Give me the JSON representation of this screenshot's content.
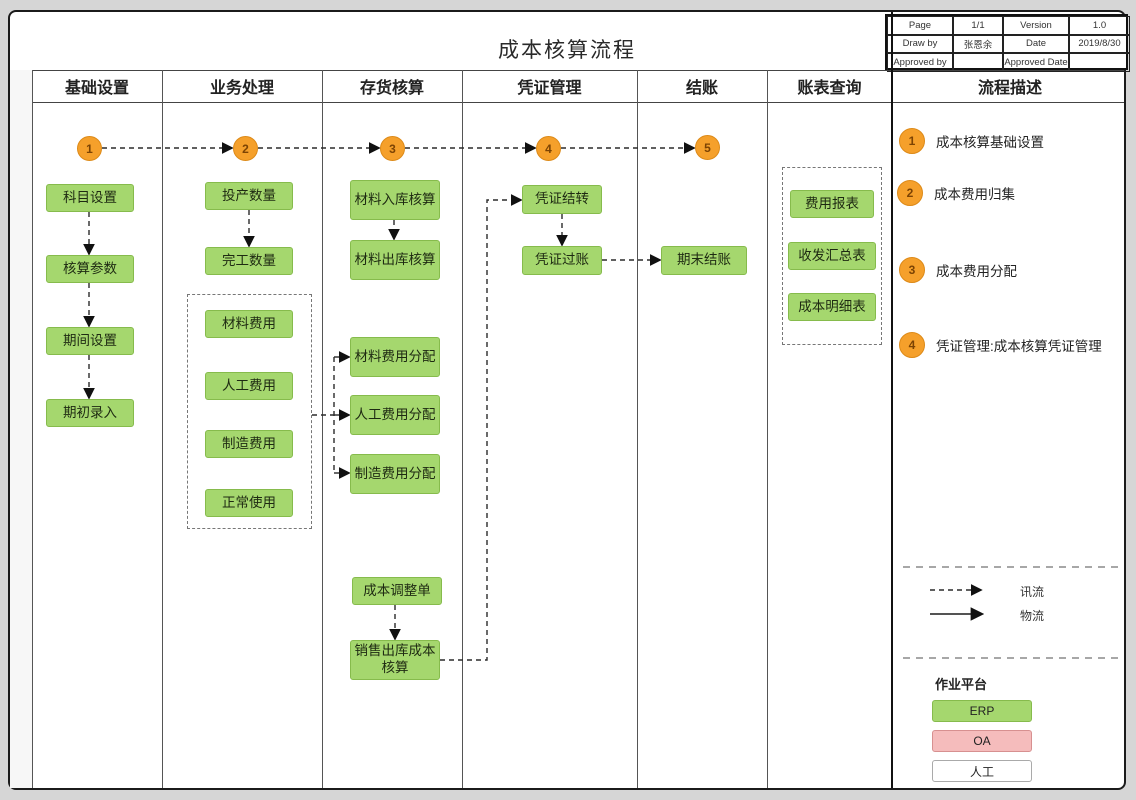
{
  "title": "成本核算流程",
  "info_table": {
    "rows": [
      {
        "c0": "Page",
        "c1": "1/1",
        "c2": "Version",
        "c3": "1.0"
      },
      {
        "c0": "Draw by",
        "c1": "张恩余",
        "c2": "Date",
        "c3": "2019/8/30"
      },
      {
        "c0": "Approved by",
        "c1": "",
        "c2": "Approved Date",
        "c3": ""
      }
    ]
  },
  "lanes": {
    "basic": "基础设置",
    "business": "业务处理",
    "inventory": "存货核算",
    "voucher": "凭证管理",
    "closing": "结账",
    "reports": "账表查询",
    "description": "流程描述"
  },
  "steps": {
    "s1": "1",
    "s2": "2",
    "s3": "3",
    "s4": "4",
    "s5": "5"
  },
  "nodes": {
    "subject_setup": "科目设置",
    "accounting_params": "核算参数",
    "period_setup": "期间设置",
    "initial_entry": "期初录入",
    "production_qty": "投产数量",
    "completed_qty": "完工数量",
    "material_cost": "材料费用",
    "labor_cost": "人工费用",
    "manufacturing_cost": "制造费用",
    "normal_use": "正常使用",
    "material_inbound": "材料入库核算",
    "material_outbound": "材料出库核算",
    "material_alloc": "材料费用分配",
    "labor_alloc": "人工费用分配",
    "manufacturing_alloc": "制造费用分配",
    "cost_adjustment": "成本调整单",
    "sales_outbound": "销售出库成本核算",
    "voucher_carryover": "凭证结转",
    "voucher_posting": "凭证过账",
    "period_end_closing": "期末结账",
    "expense_report": "费用报表",
    "receipt_summary": "收发汇总表",
    "cost_detail": "成本明细表"
  },
  "description_items": [
    {
      "num": "1",
      "text": "成本核算基础设置"
    },
    {
      "num": "2",
      "text": "成本费用归集"
    },
    {
      "num": "3",
      "text": "成本费用分配"
    },
    {
      "num": "4",
      "text": "凭证管理:成本核算凭证管理"
    }
  ],
  "legend": {
    "dashed_label": "讯流",
    "solid_label": "物流",
    "platform_title": "作业平台",
    "platform_erp": "ERP",
    "platform_oa": "OA",
    "platform_manual": "人工"
  },
  "colors": {
    "node_green": "#a5d76e",
    "circle_orange": "#f5a02b",
    "oa_pink": "#f5bcbc",
    "manual_white": "#ffffff"
  }
}
